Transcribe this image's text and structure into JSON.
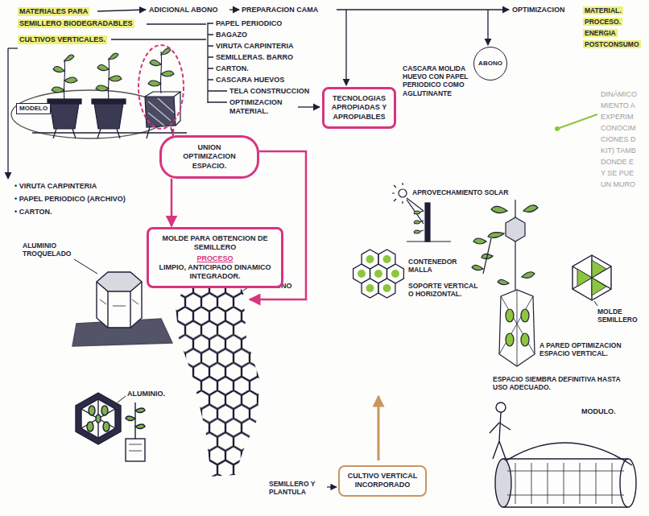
{
  "diagram": {
    "nodes": [
      {
        "text": [
          "ABONO"
        ]
      },
      {
        "text": [
          "TECNOLOGIAS APROPIADAS Y APROPIABLES"
        ]
      },
      {
        "text": [
          "MODELO"
        ]
      },
      {
        "text": [
          "UNION OPTIMIZACION ESPACIO."
        ]
      },
      {
        "text": [
          "MOLDE PARA OBTENCION DE SEMILLERO",
          "PROCESO",
          "LIMPIO, ANTICIPADO DINAMICO INTEGRADOR."
        ]
      },
      {
        "text": [
          "CULTIVO VERTICAL INCORPORADO"
        ]
      }
    ],
    "edges": [
      {
        "from": 3,
        "to": 4,
        "arrow": "to"
      }
    ],
    "labels": [
      "MATERIALES PARA",
      "SEMILLERO BIODEGRADABLES",
      "CULTIVOS VERTICALES.",
      "ADICIONAL ABONO",
      "PREPARACION CAMA",
      "PAPEL PERIODICO",
      "BAGAZO",
      "VIRUTA CARPINTERIA",
      "SEMILLERAS. BARRO",
      "CARTON.",
      "CASCARA HUEVOS",
      "TELA CONSTRUCCION",
      "OPTIMIZACION MATERIAL.",
      "CASCARA MOLIDA HUEVO CON PAPEL PERIODICO COMO AGLUTINANTE",
      "OPTIMIZACION",
      "MATERIAL.",
      "PROCESO.",
      "ENERGIA",
      "POSTCONSUMO",
      "DINÁMICO",
      "MIENTO A",
      "EXPERIM",
      "CONOCIM",
      "CIONES D",
      "KIT) TAMB",
      "DONDE E",
      "Y SE PUE",
      "UN MURO",
      "• VIRUTA CARPINTERIA",
      "• PAPEL PERIODICO (ARCHIVO)",
      "• CARTON.",
      "ALUMINIO TROQUELADO",
      "HEXAGONO",
      "ALUMINIO.",
      "SEMILLERO Y PLANTULA",
      "APROVECHAMIENTO SOLAR",
      "CONTENEDOR MALLA",
      "SOPORTE VERTICAL O HORIZONTAL.",
      "MOLDE SEMILLERO",
      "A PARED OPTIMIZACION ESPACIO VERTICAL.",
      "ESPACIO SIEMBRA DEFINITIVA HASTA USO ADECUADO.",
      "MODULO."
    ]
  }
}
